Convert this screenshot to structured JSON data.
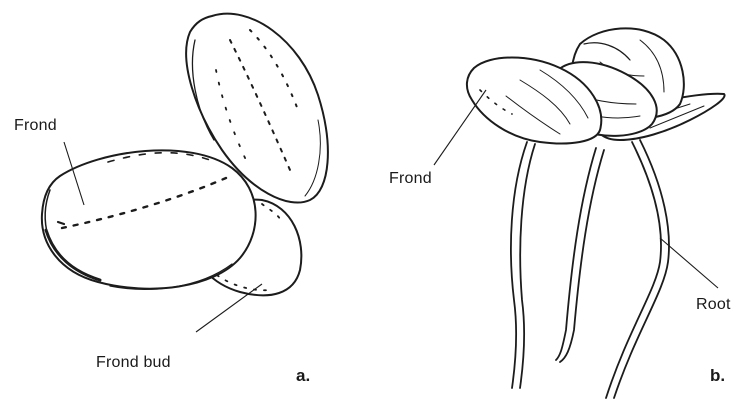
{
  "figure": {
    "panel_a": {
      "letter": "a.",
      "labels": {
        "frond": "Frond",
        "frond_bud": "Frond bud"
      }
    },
    "panel_b": {
      "letter": "b.",
      "labels": {
        "frond": "Frond",
        "root": "Root"
      }
    }
  }
}
